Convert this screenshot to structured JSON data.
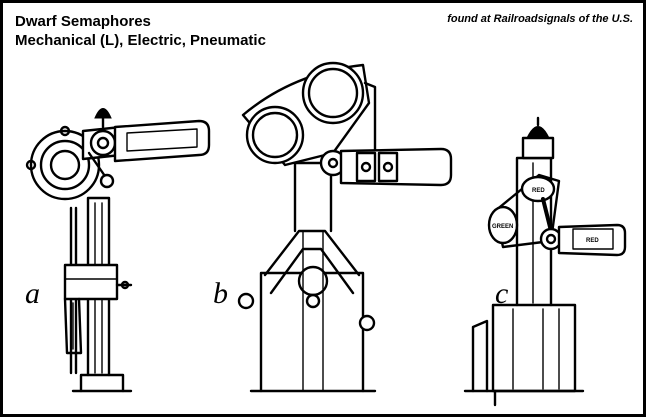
{
  "title": {
    "line1": "Dwarf Semaphores",
    "line2": "Mechanical (L), Electric, Pneumatic"
  },
  "credit": "found at Railroadsignals of the U.S.",
  "panels": [
    {
      "letter": "a"
    },
    {
      "letter": "b"
    },
    {
      "letter": "c"
    }
  ],
  "aspect_labels": {
    "top_lens": "RED",
    "left_lens": "GREEN",
    "blade": "RED"
  }
}
